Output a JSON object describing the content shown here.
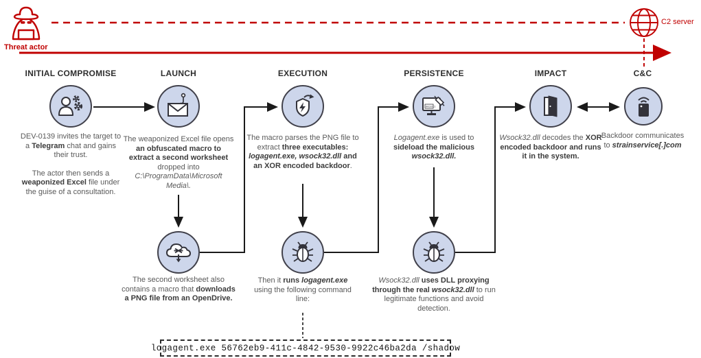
{
  "labels": {
    "threat_actor": "Threat actor",
    "c2_server": "C2 server",
    "command_line": "logagent.exe 56762eb9-411c-4842-9530-9922c46ba2da /shadow"
  },
  "colors": {
    "red": "#c00000",
    "circle_fill": "#cdd6eb",
    "circle_stroke": "#41414b",
    "body_text": "#595959",
    "emphasis_text": "#3b3b3b"
  },
  "stages": [
    {
      "label": "INITIAL COMPROMISE",
      "icon": "user-gears-icon",
      "description": [
        [
          {
            "t": "DEV-0139 invites the target to a "
          },
          {
            "t": "Telegram",
            "b": true
          },
          {
            "t": " chat and gains their trust."
          }
        ],
        [
          {
            "t": "The actor then sends a "
          },
          {
            "t": "weaponized Excel",
            "b": true
          },
          {
            "t": " file under the guise of a consultation."
          }
        ]
      ]
    },
    {
      "label": "LAUNCH",
      "icon": "phishing-email-icon",
      "description": [
        [
          {
            "t": "The weaponized Excel file opens "
          },
          {
            "t": "an obfuscated macro to extract a second worksheet",
            "b": true
          },
          {
            "t": " dropped into "
          },
          {
            "t": "C:\\ProgramData\\Microsoft Media\\.",
            "i": true
          }
        ]
      ],
      "followup": {
        "icon": "cloud-download-icon",
        "description": [
          [
            {
              "t": "The second worksheet also contains a macro that "
            },
            {
              "t": "downloads a PNG file from an OpenDrive.",
              "b": true
            }
          ]
        ]
      }
    },
    {
      "label": "EXECUTION",
      "icon": "shield-refresh-icon",
      "description": [
        [
          {
            "t": "The macro parses the PNG file to extract "
          },
          {
            "t": "three executables: ",
            "b": true
          },
          {
            "t": "logagent.exe, wsock32.dll",
            "b": true,
            "i": true
          },
          {
            "t": " and an XOR encoded backdoor",
            "b": true
          },
          {
            "t": "."
          }
        ]
      ],
      "followup": {
        "icon": "bug-icon",
        "description": [
          [
            {
              "t": "Then it "
            },
            {
              "t": "runs ",
              "b": true
            },
            {
              "t": "logagent.exe",
              "b": true,
              "i": true
            },
            {
              "t": " using the following command line:"
            }
          ]
        ]
      }
    },
    {
      "label": "PERSISTENCE",
      "icon": "monitor-inject-icon",
      "description": [
        [
          {
            "t": "Logagent.exe",
            "i": true
          },
          {
            "t": " is used to "
          },
          {
            "t": "sideload the malicious ",
            "b": true
          },
          {
            "t": "wsock32.dll.",
            "b": true,
            "i": true
          }
        ]
      ],
      "followup": {
        "icon": "bug-icon",
        "description": [
          [
            {
              "t": "Wsock32.dll",
              "i": true
            },
            {
              "t": " "
            },
            {
              "t": "uses DLL proxying through the real ",
              "b": true
            },
            {
              "t": "wsock32.dll",
              "b": true,
              "i": true
            },
            {
              "t": " to run legitimate functions and avoid detection."
            }
          ]
        ]
      }
    },
    {
      "label": "IMPACT",
      "icon": "backdoor-door-icon",
      "description": [
        [
          {
            "t": "Wsock32.dll",
            "i": true
          },
          {
            "t": " decodes the "
          },
          {
            "t": "XOR encoded backdoor and runs it in the system.",
            "b": true
          }
        ]
      ]
    },
    {
      "label": "C&C",
      "icon": "c2-device-icon",
      "description": [
        [
          {
            "t": "Backdoor communicates to "
          },
          {
            "t": "strainservice[.]com",
            "b": true,
            "i": true
          }
        ]
      ]
    }
  ]
}
